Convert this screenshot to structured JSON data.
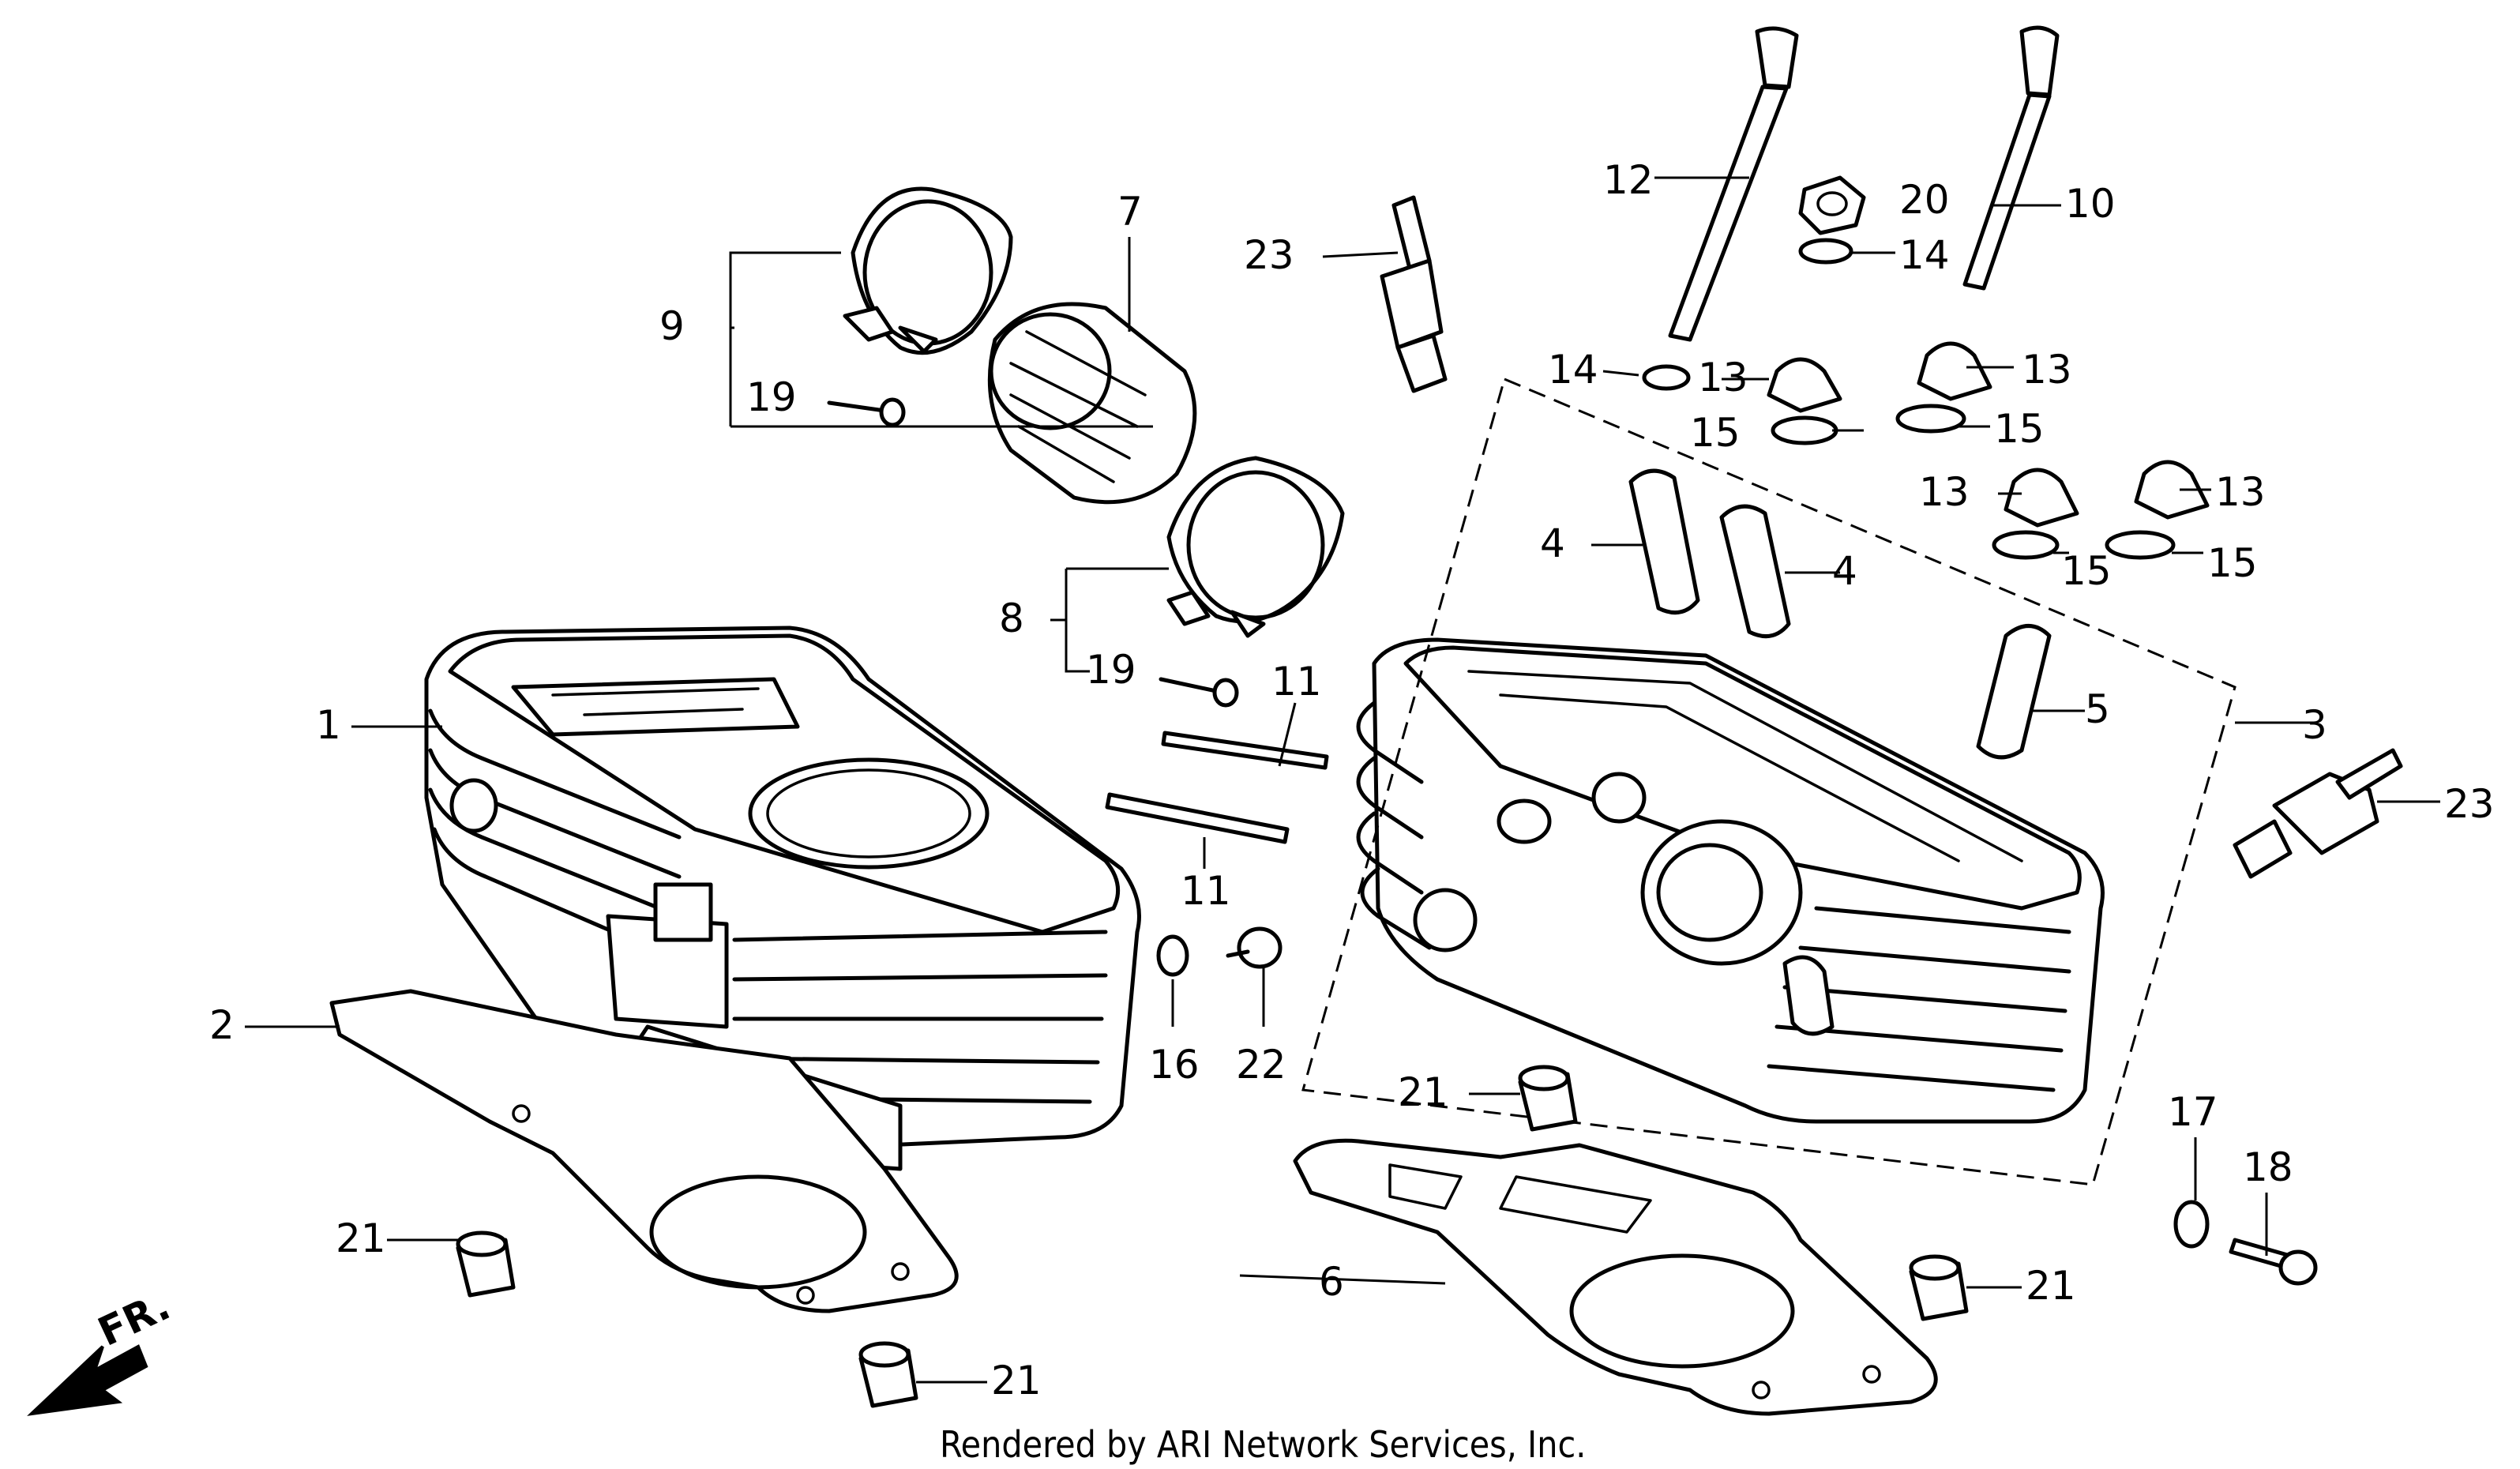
{
  "labels": {
    "p1": "1",
    "p2": "2",
    "p3": "3",
    "p4a": "4",
    "p4b": "4",
    "p5": "5",
    "p6": "6",
    "p7": "7",
    "p8": "8",
    "p9": "9",
    "p10": "10",
    "p11a": "11",
    "p11b": "11",
    "p12": "12",
    "p13a": "13",
    "p13b": "13",
    "p13c": "13",
    "p13d": "13",
    "p14a": "14",
    "p14b": "14",
    "p15a": "15",
    "p15b": "15",
    "p15c": "15",
    "p15d": "15",
    "p16": "16",
    "p17": "17",
    "p18": "18",
    "p19a": "19",
    "p19b": "19",
    "p20": "20",
    "p21a": "21",
    "p21b": "21",
    "p21c": "21",
    "p21d": "21",
    "p22": "22",
    "p23a": "23",
    "p23b": "23"
  },
  "front_marker": "FR.",
  "credit": "Rendered by ARI Network Services, Inc."
}
